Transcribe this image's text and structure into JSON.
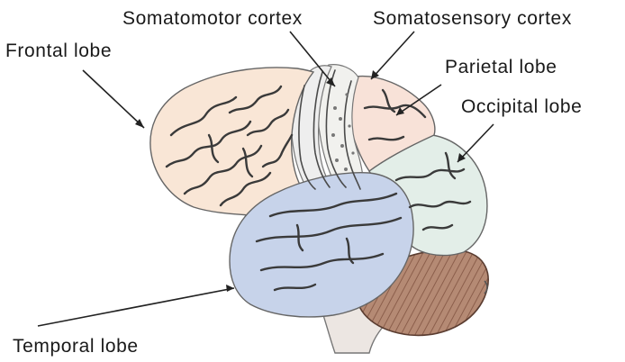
{
  "diagram": {
    "labels": {
      "frontal": "Frontal lobe",
      "somatomotor": "Somatomotor cortex",
      "somatosensory": "Somatosensory cortex",
      "parietal": "Parietal lobe",
      "occipital": "Occipital lobe",
      "temporal": "Temporal lobe"
    },
    "colors": {
      "frontal": "#f9e6d6",
      "parietal": "#f8e2d8",
      "occipital": "#e3eee8",
      "temporal": "#c7d3ea",
      "cerebellum": "#b58a74",
      "brainstem": "#ece6e2",
      "motor_strip": "#eeeeee",
      "sensory_strip": "#f1f1ee"
    }
  }
}
